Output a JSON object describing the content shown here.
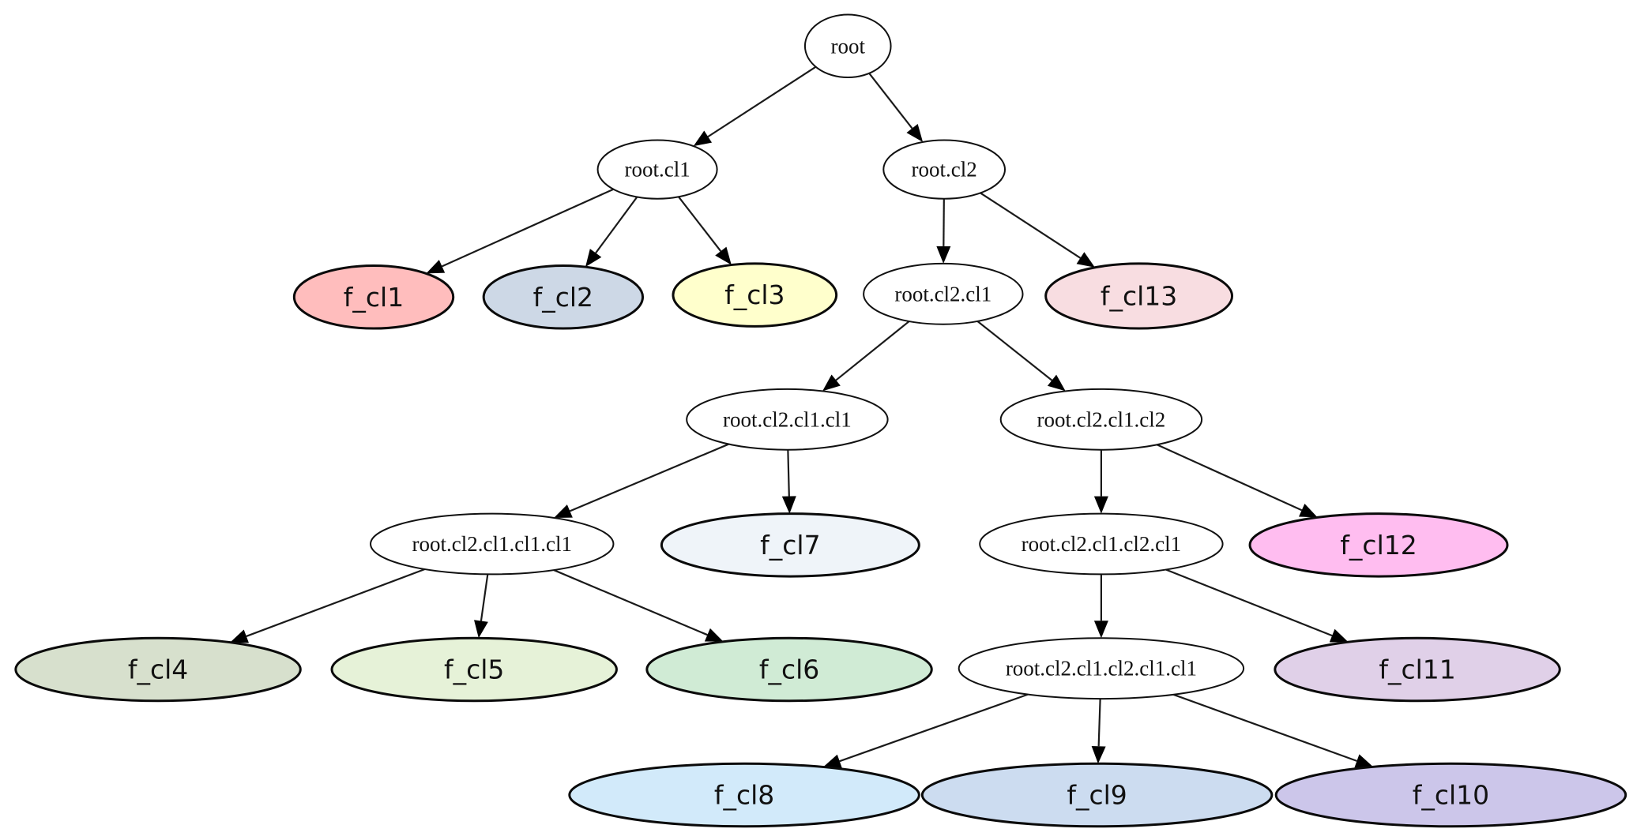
{
  "diagram": {
    "type": "tree",
    "nodes": [
      {
        "id": "root",
        "label": "root",
        "kind": "internal",
        "fill": "#ffffff"
      },
      {
        "id": "root.cl1",
        "label": "root.cl1",
        "kind": "internal",
        "fill": "#ffffff"
      },
      {
        "id": "root.cl2",
        "label": "root.cl2",
        "kind": "internal",
        "fill": "#ffffff"
      },
      {
        "id": "f_cl1",
        "label": "f_cl1",
        "kind": "leaf",
        "fill": "#ffbdbd"
      },
      {
        "id": "f_cl2",
        "label": "f_cl2",
        "kind": "leaf",
        "fill": "#cdd8e6"
      },
      {
        "id": "f_cl3",
        "label": "f_cl3",
        "kind": "leaf",
        "fill": "#ffffcc"
      },
      {
        "id": "root.cl2.cl1",
        "label": "root.cl2.cl1",
        "kind": "internal",
        "fill": "#ffffff"
      },
      {
        "id": "f_cl13",
        "label": "f_cl13",
        "kind": "leaf",
        "fill": "#f8dde1"
      },
      {
        "id": "root.cl2.cl1.cl1",
        "label": "root.cl2.cl1.cl1",
        "kind": "internal",
        "fill": "#ffffff"
      },
      {
        "id": "root.cl2.cl1.cl2",
        "label": "root.cl2.cl1.cl2",
        "kind": "internal",
        "fill": "#ffffff"
      },
      {
        "id": "root.cl2.cl1.cl1.cl1",
        "label": "root.cl2.cl1.cl1.cl1",
        "kind": "internal",
        "fill": "#ffffff"
      },
      {
        "id": "f_cl7",
        "label": "f_cl7",
        "kind": "leaf",
        "fill": "#eff4f9"
      },
      {
        "id": "root.cl2.cl1.cl2.cl1",
        "label": "root.cl2.cl1.cl2.cl1",
        "kind": "internal",
        "fill": "#ffffff"
      },
      {
        "id": "f_cl12",
        "label": "f_cl12",
        "kind": "leaf",
        "fill": "#ffbdf0"
      },
      {
        "id": "f_cl4",
        "label": "f_cl4",
        "kind": "leaf",
        "fill": "#d7e0cd"
      },
      {
        "id": "f_cl5",
        "label": "f_cl5",
        "kind": "leaf",
        "fill": "#e6f2d8"
      },
      {
        "id": "f_cl6",
        "label": "f_cl6",
        "kind": "leaf",
        "fill": "#d0ebd5"
      },
      {
        "id": "root.cl2.cl1.cl2.cl1.cl1",
        "label": "root.cl2.cl1.cl2.cl1.cl1",
        "kind": "internal",
        "fill": "#ffffff"
      },
      {
        "id": "f_cl11",
        "label": "f_cl11",
        "kind": "leaf",
        "fill": "#e0d0e8"
      },
      {
        "id": "f_cl8",
        "label": "f_cl8",
        "kind": "leaf",
        "fill": "#d2eafa"
      },
      {
        "id": "f_cl9",
        "label": "f_cl9",
        "kind": "leaf",
        "fill": "#ccdcf0"
      },
      {
        "id": "f_cl10",
        "label": "f_cl10",
        "kind": "leaf",
        "fill": "#ccc6ea"
      }
    ],
    "edges": [
      [
        "root",
        "root.cl1"
      ],
      [
        "root",
        "root.cl2"
      ],
      [
        "root.cl1",
        "f_cl1"
      ],
      [
        "root.cl1",
        "f_cl2"
      ],
      [
        "root.cl1",
        "f_cl3"
      ],
      [
        "root.cl2",
        "root.cl2.cl1"
      ],
      [
        "root.cl2",
        "f_cl13"
      ],
      [
        "root.cl2.cl1",
        "root.cl2.cl1.cl1"
      ],
      [
        "root.cl2.cl1",
        "root.cl2.cl1.cl2"
      ],
      [
        "root.cl2.cl1.cl1",
        "root.cl2.cl1.cl1.cl1"
      ],
      [
        "root.cl2.cl1.cl1",
        "f_cl7"
      ],
      [
        "root.cl2.cl1.cl2",
        "root.cl2.cl1.cl2.cl1"
      ],
      [
        "root.cl2.cl1.cl2",
        "f_cl12"
      ],
      [
        "root.cl2.cl1.cl1.cl1",
        "f_cl4"
      ],
      [
        "root.cl2.cl1.cl1.cl1",
        "f_cl5"
      ],
      [
        "root.cl2.cl1.cl1.cl1",
        "f_cl6"
      ],
      [
        "root.cl2.cl1.cl2.cl1",
        "root.cl2.cl1.cl2.cl1.cl1"
      ],
      [
        "root.cl2.cl1.cl2.cl1",
        "f_cl11"
      ],
      [
        "root.cl2.cl1.cl2.cl1.cl1",
        "f_cl8"
      ],
      [
        "root.cl2.cl1.cl2.cl1.cl1",
        "f_cl9"
      ],
      [
        "root.cl2.cl1.cl2.cl1.cl1",
        "f_cl10"
      ]
    ]
  }
}
